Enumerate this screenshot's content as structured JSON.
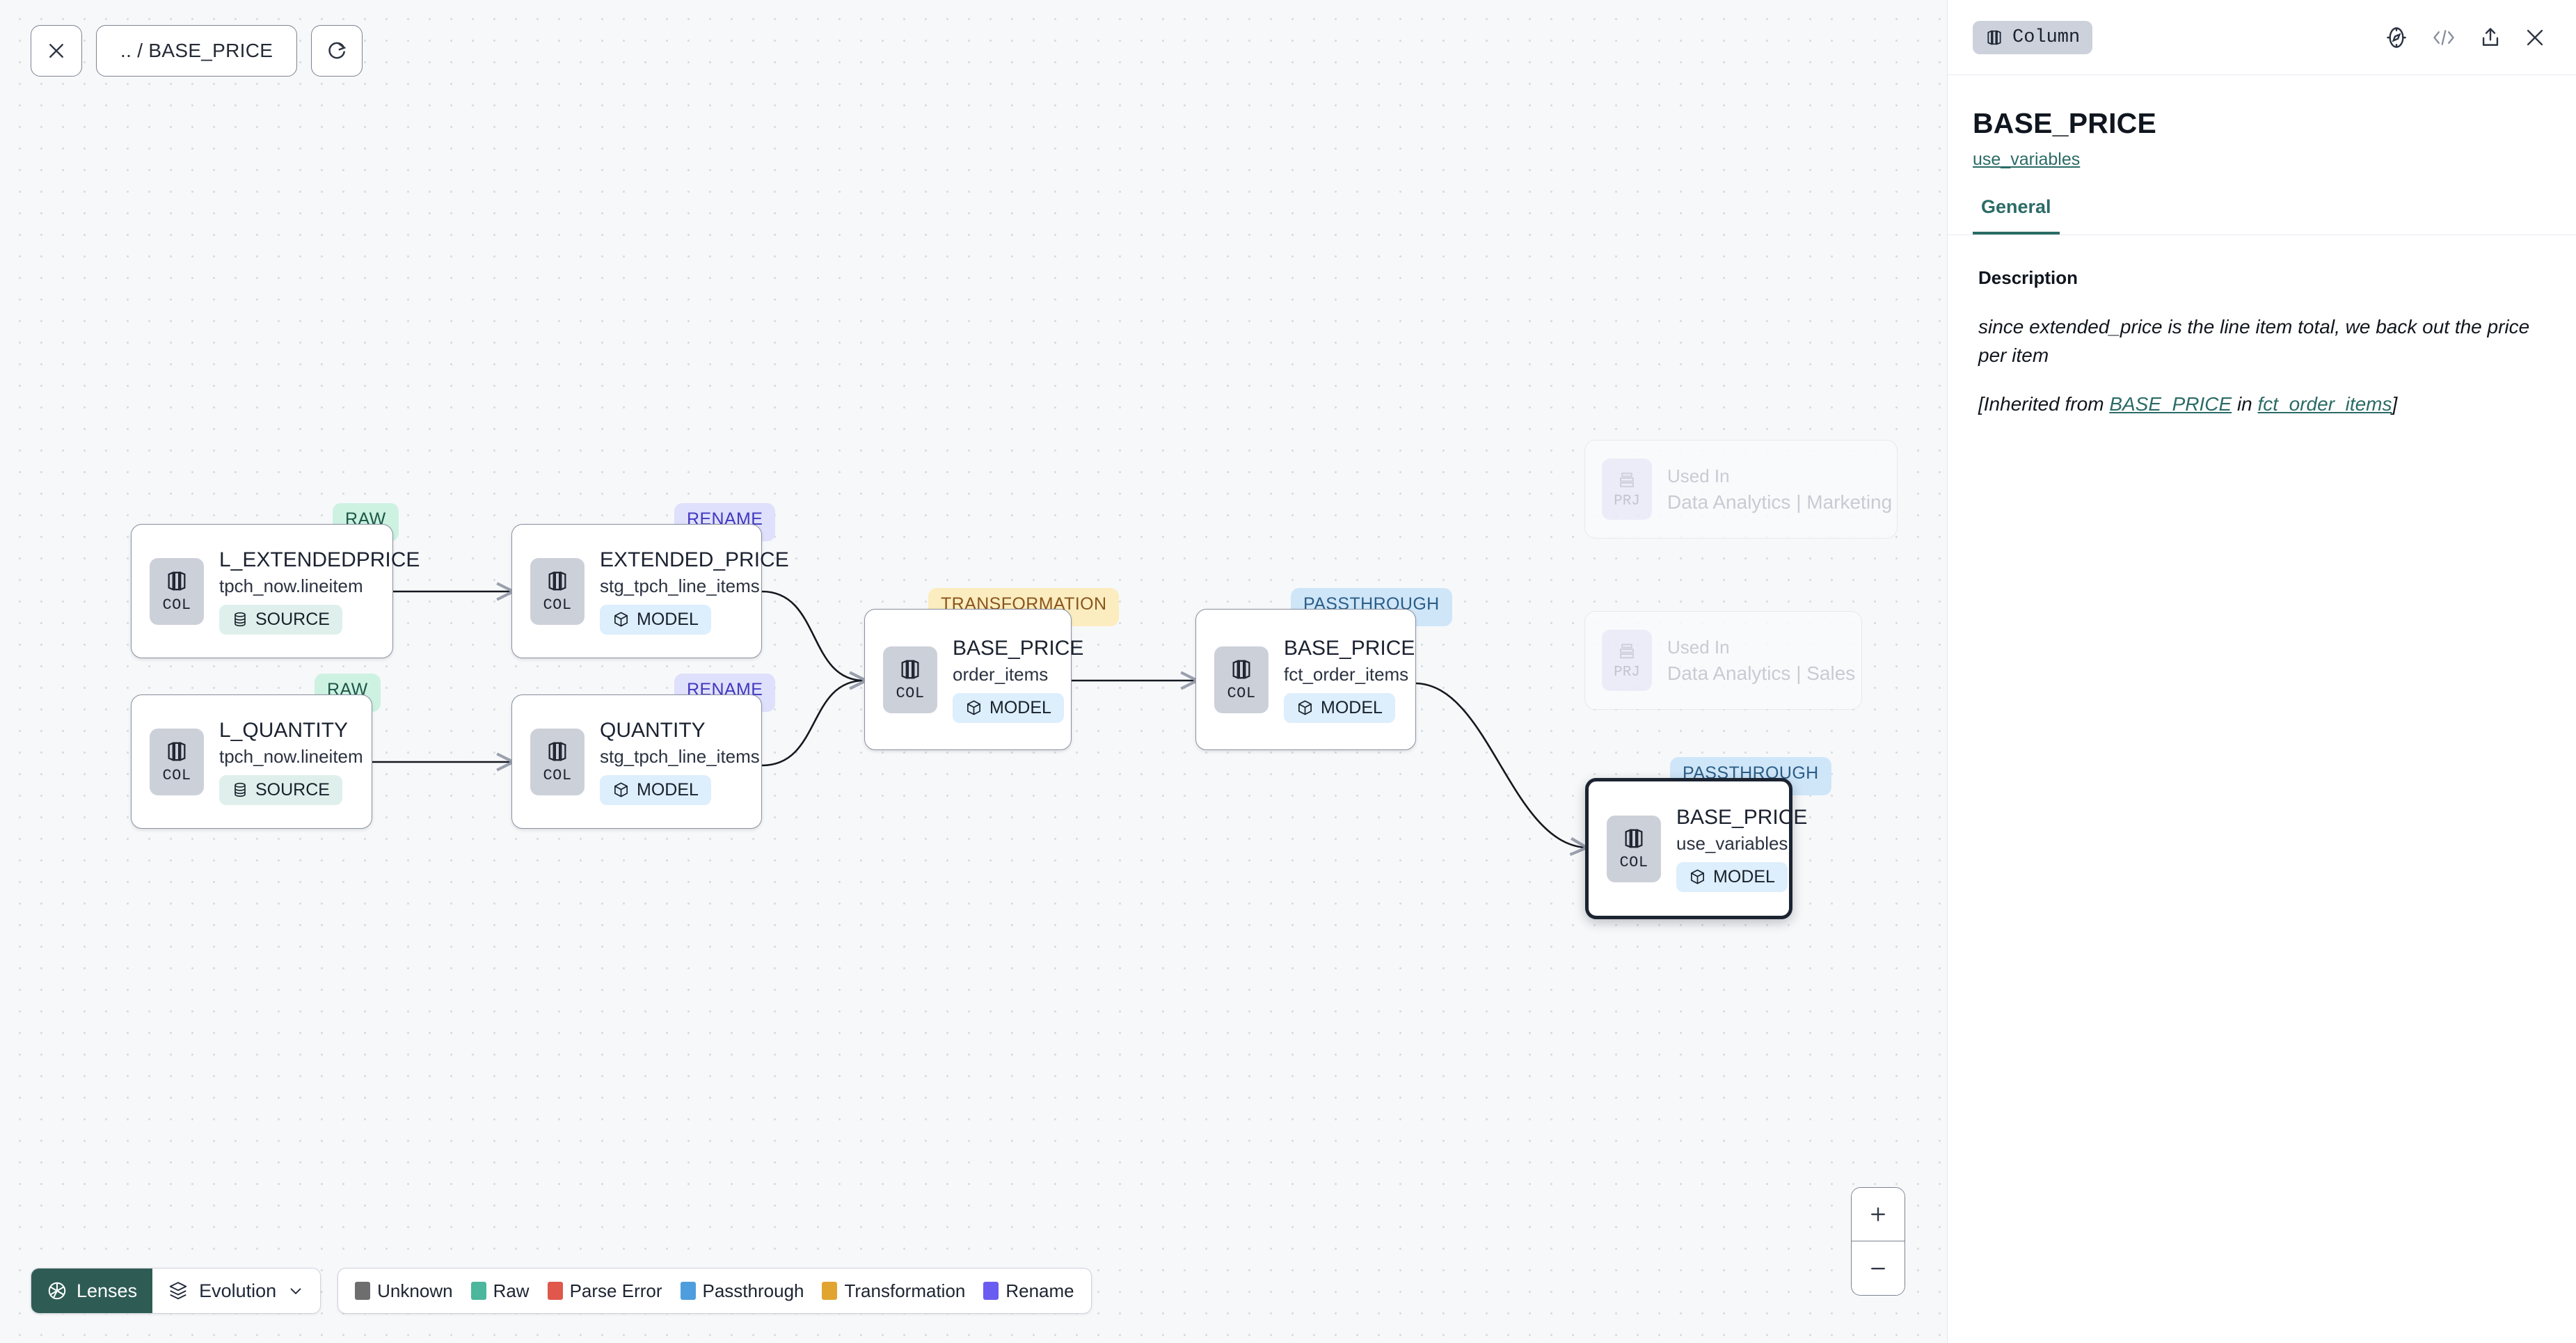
{
  "toolbar": {
    "close_icon": "close-icon",
    "path_label": ".. / BASE_PRICE",
    "refresh_icon": "refresh-icon"
  },
  "graph": {
    "nodes": [
      {
        "id": "l_extendedprice",
        "badge": "RAW",
        "badge_kind": "raw",
        "icon_tag": "COL",
        "title": "L_EXTENDEDPRICE",
        "sub": "tpch_now.lineitem",
        "chip": "SOURCE",
        "chip_kind": "source",
        "selected": false
      },
      {
        "id": "l_quantity",
        "badge": "RAW",
        "badge_kind": "raw",
        "icon_tag": "COL",
        "title": "L_QUANTITY",
        "sub": "tpch_now.lineitem",
        "chip": "SOURCE",
        "chip_kind": "source",
        "selected": false
      },
      {
        "id": "extended_price",
        "badge": "RENAME",
        "badge_kind": "ren",
        "icon_tag": "COL",
        "title": "EXTENDED_PRICE",
        "sub": "stg_tpch_line_items",
        "chip": "MODEL",
        "chip_kind": "model",
        "selected": false
      },
      {
        "id": "quantity",
        "badge": "RENAME",
        "badge_kind": "ren",
        "icon_tag": "COL",
        "title": "QUANTITY",
        "sub": "stg_tpch_line_items",
        "chip": "MODEL",
        "chip_kind": "model",
        "selected": false
      },
      {
        "id": "bp_order_items",
        "badge": "TRANSFORMATION",
        "badge_kind": "trans",
        "icon_tag": "COL",
        "title": "BASE_PRICE",
        "sub": "order_items",
        "chip": "MODEL",
        "chip_kind": "model",
        "selected": false
      },
      {
        "id": "bp_fct",
        "badge": "PASSTHROUGH",
        "badge_kind": "pass",
        "icon_tag": "COL",
        "title": "BASE_PRICE",
        "sub": "fct_order_items",
        "chip": "MODEL",
        "chip_kind": "model",
        "selected": false
      },
      {
        "id": "bp_use_vars",
        "badge": "PASSTHROUGH",
        "badge_kind": "pass",
        "icon_tag": "COL",
        "title": "BASE_PRICE",
        "sub": "use_variables",
        "chip": "MODEL",
        "chip_kind": "model",
        "selected": true
      }
    ],
    "ghost_nodes": [
      {
        "id": "used_in_marketing",
        "icon_tag": "PRJ",
        "line1": "Used In",
        "line2": "Data Analytics | Marketing"
      },
      {
        "id": "used_in_sales",
        "icon_tag": "PRJ",
        "line1": "Used In",
        "line2": "Data Analytics | Sales"
      }
    ]
  },
  "bottom": {
    "lenses_label": "Lenses",
    "evolution_label": "Evolution",
    "legend": [
      {
        "label": "Unknown",
        "color": "#6e6e6e"
      },
      {
        "label": "Raw",
        "color": "#4cb79c"
      },
      {
        "label": "Parse Error",
        "color": "#e0574c"
      },
      {
        "label": "Passthrough",
        "color": "#4e9ede"
      },
      {
        "label": "Transformation",
        "color": "#e2a430"
      },
      {
        "label": "Rename",
        "color": "#6a5cf0"
      }
    ]
  },
  "zoom": {
    "in_label": "+",
    "out_label": "−"
  },
  "panel": {
    "kind_badge": "Column",
    "title": "BASE_PRICE",
    "subtitle_link": "use_variables",
    "tabs": [
      {
        "label": "General",
        "active": true
      }
    ],
    "description_label": "Description",
    "description_text": "since extended_price is the line item total, we back out the price per item",
    "inherited_prefix": "[Inherited from ",
    "inherited_column": "BASE_PRICE",
    "inherited_mid": " in ",
    "inherited_model": "fct_order_items",
    "inherited_suffix": "]"
  },
  "colors": {
    "accent_teal": "#2b6b66",
    "lenses_bg": "#2e5c54",
    "canvas_bg": "#f7f8fa",
    "selected_border": "#1c2331"
  }
}
